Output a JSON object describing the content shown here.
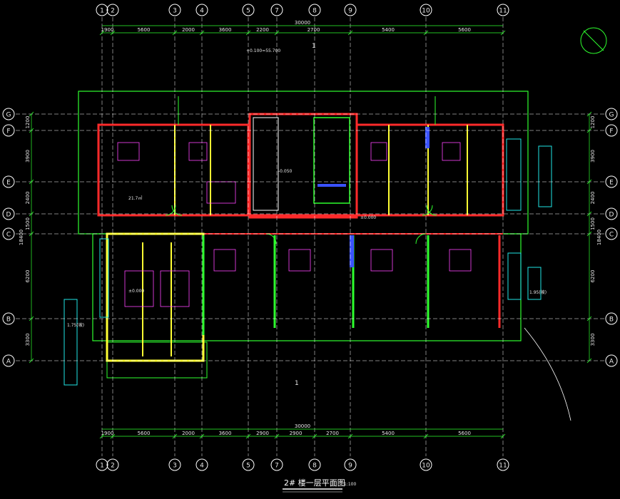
{
  "grid": {
    "columns": [
      "1",
      "2",
      "3",
      "4",
      "5",
      "7",
      "8",
      "9",
      "10",
      "11"
    ],
    "rows": [
      "G",
      "F",
      "E",
      "D",
      "C",
      "B",
      "A"
    ]
  },
  "dims": {
    "top_total": "30000",
    "top_segments": [
      "1900",
      "5600",
      "2000",
      "3600",
      "2200",
      "2700",
      "5400",
      "5600"
    ],
    "bottom_total": "30000",
    "bottom_segments": [
      "1900",
      "5600",
      "2000",
      "3600",
      "2900",
      "2900",
      "2700",
      "5400",
      "5600"
    ],
    "left_segments": [
      "1200",
      "3900",
      "2400",
      "1500",
      "6200",
      "3300"
    ],
    "left_total": "18400",
    "right_segments": [
      "1200",
      "3900",
      "2400",
      "1500",
      "6200",
      "3300"
    ],
    "right_total": "18400"
  },
  "section_marks": [
    "1",
    "1"
  ],
  "title": "2# 楼一层平面图",
  "scale": "1:100",
  "labels": {
    "elev_top": "+0.100=55.700",
    "room_c": "21.7㎡",
    "note_l": "1.75(坡)",
    "note_r": "1.95(坡)",
    "zero": "±0.000",
    "neg": "-0.050"
  },
  "colors": {
    "wall": "#ff2a2a",
    "grid": "#ffffff",
    "green": "#2eff2e",
    "cyan": "#21e6e6",
    "yellow": "#ffff33",
    "magenta": "#ff44ff",
    "blue": "#3a52ff"
  }
}
